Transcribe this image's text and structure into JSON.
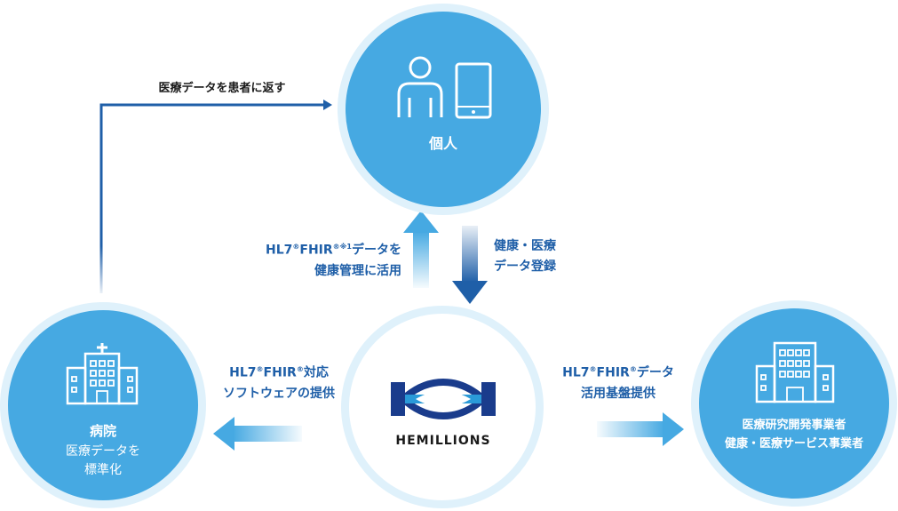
{
  "return_label": "医療データを患者に返す",
  "individual": {
    "label": "個人"
  },
  "up_arrow_label": {
    "line1_a": "HL7",
    "line1_sup1": "®",
    "line1_b": "FHIR",
    "line1_sup2": "®※1",
    "line1_c": "データを",
    "line2": "健康管理に活用"
  },
  "down_arrow_label": {
    "line1": "健康・医療",
    "line2": "データ登録"
  },
  "left_arrow_label": {
    "line1_a": "HL7",
    "line1_sup1": "®",
    "line1_b": "FHIR",
    "line1_sup2": "®",
    "line1_c": "対応",
    "line2": "ソフトウェアの提供"
  },
  "right_arrow_label": {
    "line1_a": "HL7",
    "line1_sup1": "®",
    "line1_b": "FHIR",
    "line1_sup2": "®",
    "line1_c": "データ",
    "line2": "活用基盤提供"
  },
  "hospital": {
    "title": "病院",
    "line1": "医療データを",
    "line2": "標準化"
  },
  "center": {
    "logo_text": "HEMILLIONS"
  },
  "business": {
    "line1": "医療研究開発事業者",
    "line2": "健康・医療サービス事業者"
  },
  "colors": {
    "circle_blue": "#46a9e2",
    "ring_light": "#dff1fb",
    "dark_blue": "#1f5fa8",
    "arrow_blue": "#3a8fd6",
    "navy": "#1a3c8c"
  }
}
